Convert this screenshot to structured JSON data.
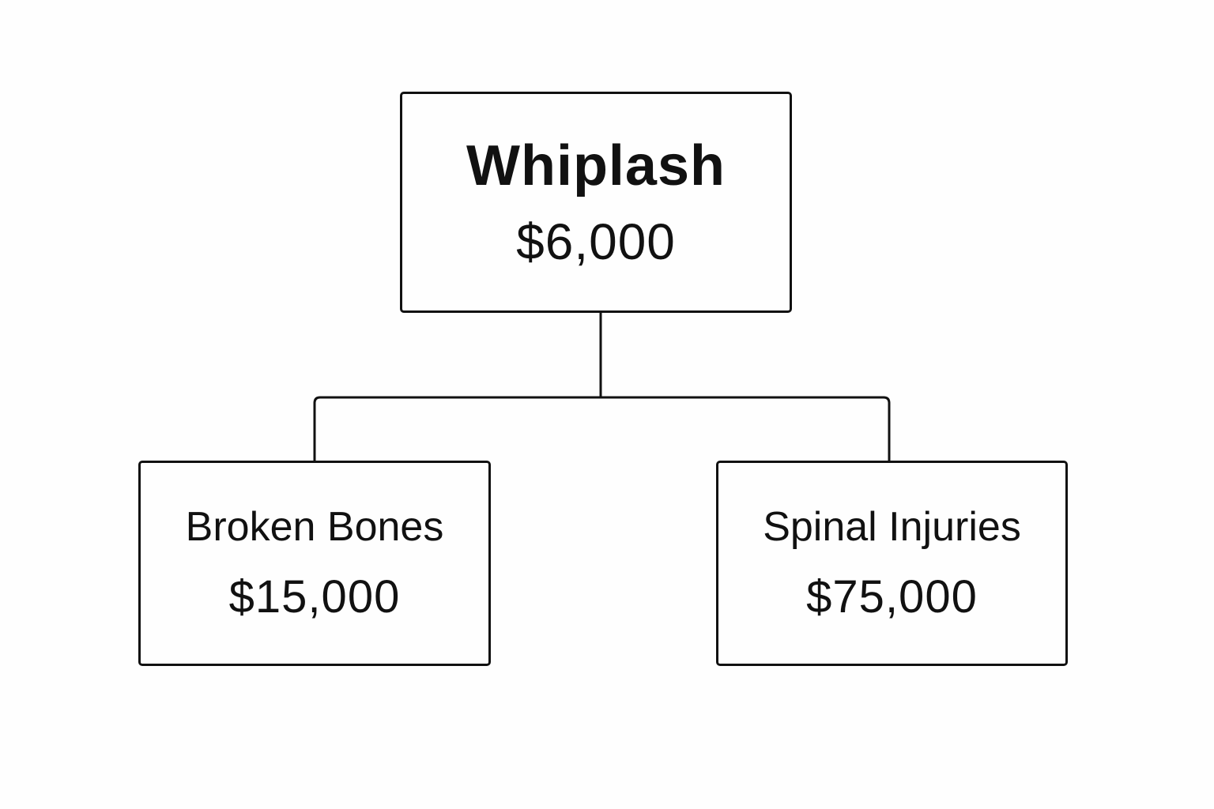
{
  "diagram": {
    "root": {
      "label": "Whiplash",
      "value": "$6,000"
    },
    "children": [
      {
        "label": "Broken Bones",
        "value": "$15,000"
      },
      {
        "label": "Spinal Injuries",
        "value": "$75,000"
      }
    ]
  },
  "colors": {
    "background": "#fefefe",
    "stroke": "#111111",
    "text": "#111111"
  }
}
